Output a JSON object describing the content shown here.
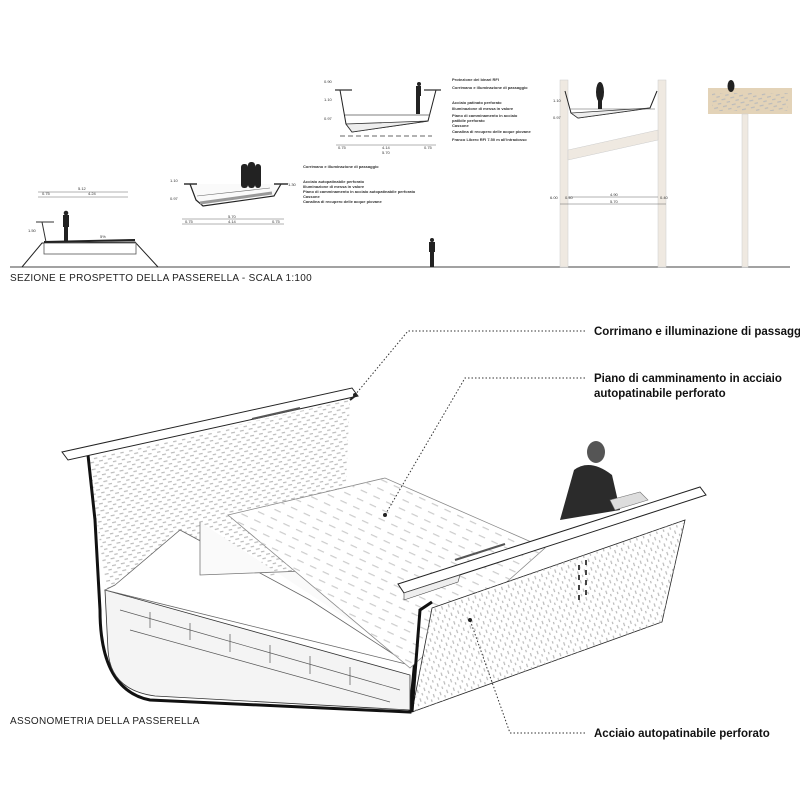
{
  "section": {
    "title": "SEZIONE E PROSPETTO DELLA PASSERELLA - SCALA 1:100",
    "elevation_dims": {
      "total": "5.12",
      "left": "0.75",
      "right": "4.24",
      "height": "1.50",
      "slope": "5%"
    },
    "section_a": {
      "labels": [
        "Corrimano e illuminazione di passaggio",
        "Acciaio autopatinabile perforato",
        "Illuminazione di messa in valore",
        "Piano di camminamento in acciaio autopatinabile perforato",
        "Cassone",
        "Canalina di recupero delle acque piovane"
      ],
      "dims": {
        "h1": "1.10",
        "h2": "0.97",
        "h3": "1.30",
        "total": "5.70",
        "left": "0.75",
        "mid": "4.14",
        "right": "0.75"
      }
    },
    "section_b": {
      "labels": [
        "Protezione dei binari RFI",
        "Corrimano e illuminazione di passaggio",
        "Acciaio patinato perforato",
        "Illuminazione di messa in valore",
        "Piano di camminamento in acciaio",
        "patibile perforato",
        "Cassone",
        "Canalina di recupero delle acque piovane",
        "Franco Libero RFI 7.50 m all'intradosso"
      ],
      "dims": {
        "h0": "0.90",
        "h1": "1.10",
        "h2": "0.97",
        "left": "0.75",
        "mid": "4.14",
        "right": "0.75",
        "total": "5.70"
      }
    },
    "section_c": {
      "dims": {
        "h1": "1.10",
        "h2": "0.97",
        "inner": "4.90",
        "total": "5.70",
        "height": "6.00",
        "left": "0.40",
        "right": "0.40"
      }
    }
  },
  "axonometry": {
    "title": "ASSONOMETRIA DELLA PASSERELLA",
    "callouts": {
      "handrail": "Corrimano e illuminazione di passaggio",
      "deck_line1": "Piano di camminamento in acciaio",
      "deck_line2": "autopatinabile perforato",
      "wall": "Acciaio autopatinabile perforato"
    }
  }
}
